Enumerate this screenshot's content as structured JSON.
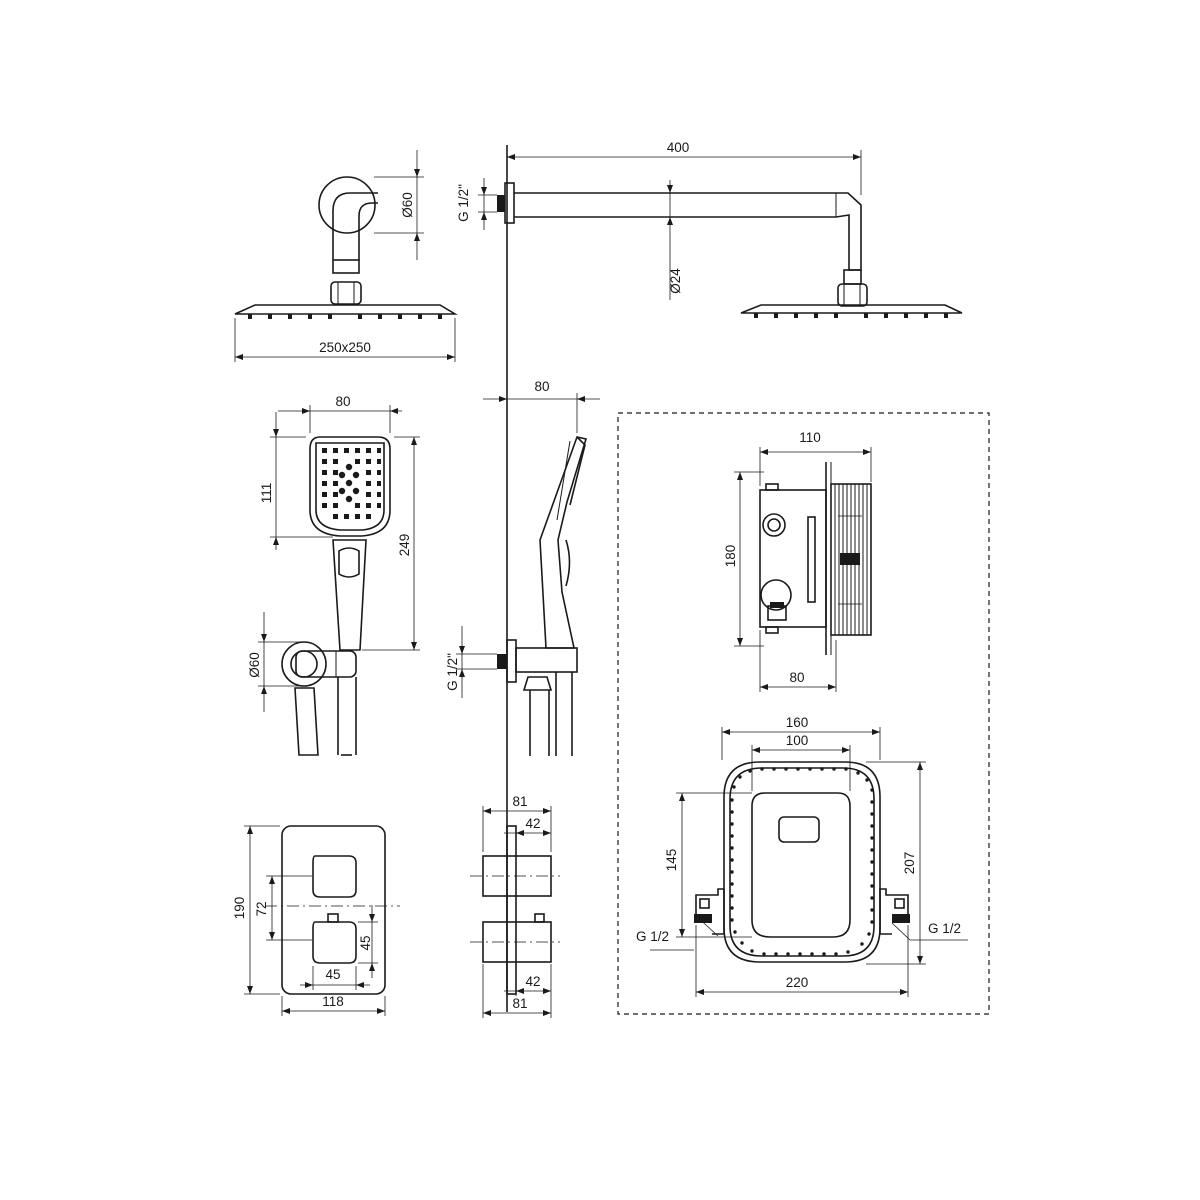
{
  "dimensions": {
    "overhead_shower_size": "250x250",
    "arm_wall_flange_dia": "Ø60",
    "arm_length": "400",
    "arm_tube_dia": "Ø24",
    "arm_thread": "G 1/2\"",
    "hand_shower_width": "80",
    "hand_shower_head_height": "111",
    "hand_shower_total_height": "249",
    "holder_flange_dia": "Ø60",
    "hand_shower_side_depth": "80",
    "holder_thread": "G 1/2\"",
    "trim_height": "190",
    "knob_spacing": "72",
    "knob_height": "45",
    "knob_width": "45",
    "trim_width": "118",
    "trim_depth_top": "81",
    "knob_depth_top": "42",
    "knob_depth_bottom": "42",
    "trim_depth_bottom": "81",
    "box_side_width": "110",
    "box_side_height": "180",
    "box_side_depth": "80",
    "box_front_outer_width": "160",
    "box_front_inner_width": "100",
    "box_front_inner_height": "145",
    "box_front_outer_height": "207",
    "box_front_total_width": "220",
    "box_inlet_left": "G 1/2",
    "box_inlet_right": "G 1/2"
  }
}
